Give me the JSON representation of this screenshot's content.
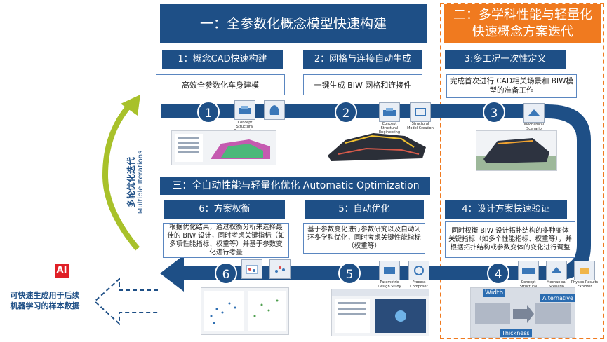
{
  "stage1": {
    "title": "一：全参数化概念模型快速构建"
  },
  "stage2": {
    "title_line1": "二：多学科性能与轻量化",
    "title_line2": "快速概念方案迭代"
  },
  "stage3": {
    "title": "三：全自动性能与轻量化优化 Automatic Optimization"
  },
  "steps": [
    {
      "num": "1",
      "label": "1：概念CAD快速构建",
      "desc": "高效全参数化车身建模",
      "icons": [
        "Concept Structural Engineering"
      ]
    },
    {
      "num": "2",
      "label": "2：网格与连接自动生成",
      "desc": "一键生成 BIW 网格和连接件",
      "icons": [
        "Concept Structural Engineering",
        "Structural Model Creation"
      ]
    },
    {
      "num": "3",
      "label": "3:多工况一次性定义",
      "desc": "完成首次进行 CAD相关场景和 BIW模型的准备工作",
      "icons": [
        "Mechanical Scenario Creation"
      ]
    },
    {
      "num": "4",
      "label": "4：设计方案快速验证",
      "desc": "同时权衡 BIW 设计拓扑结构的多种变体关键指标（如多个性能指标、权重等），并根据拓扑结构或参数变体的变化进行调整",
      "icons": [
        "Concept Structural Engineering",
        "Mechanical Scenario Creation",
        "Physics Results Explorer"
      ]
    },
    {
      "num": "5",
      "label": "5：自动优化",
      "desc": "基于参数变化进行参数研究以及自动闭环多学科优化，同时考虑关键性能指标（权重等）",
      "icons": [
        "Parametric Design Study",
        "Process Composer"
      ]
    },
    {
      "num": "6",
      "label": "6：方案权衡",
      "desc": "根据优化结果，通过权衡分析来选择最佳的 BIW 设计，同时考虑关键指标（如多项性能指标、权重等）并基于参数变化进行考量",
      "icons": [
        "",
        ""
      ]
    }
  ],
  "loop": {
    "label_cn": "多轮优化迭代",
    "label_en": "Multiple Iterations"
  },
  "ml": {
    "badge": "AI",
    "text_line1": "可快速生成用于后续",
    "text_line2": "机器学习的样本数据"
  },
  "shot4": {
    "width": "Width",
    "alt": "Alternative",
    "thick": "Thickness"
  },
  "colors": {
    "primary": "#1e4f86",
    "accent": "#f07a1f",
    "loop": "#a8c12a",
    "ai": "#e01f26"
  }
}
